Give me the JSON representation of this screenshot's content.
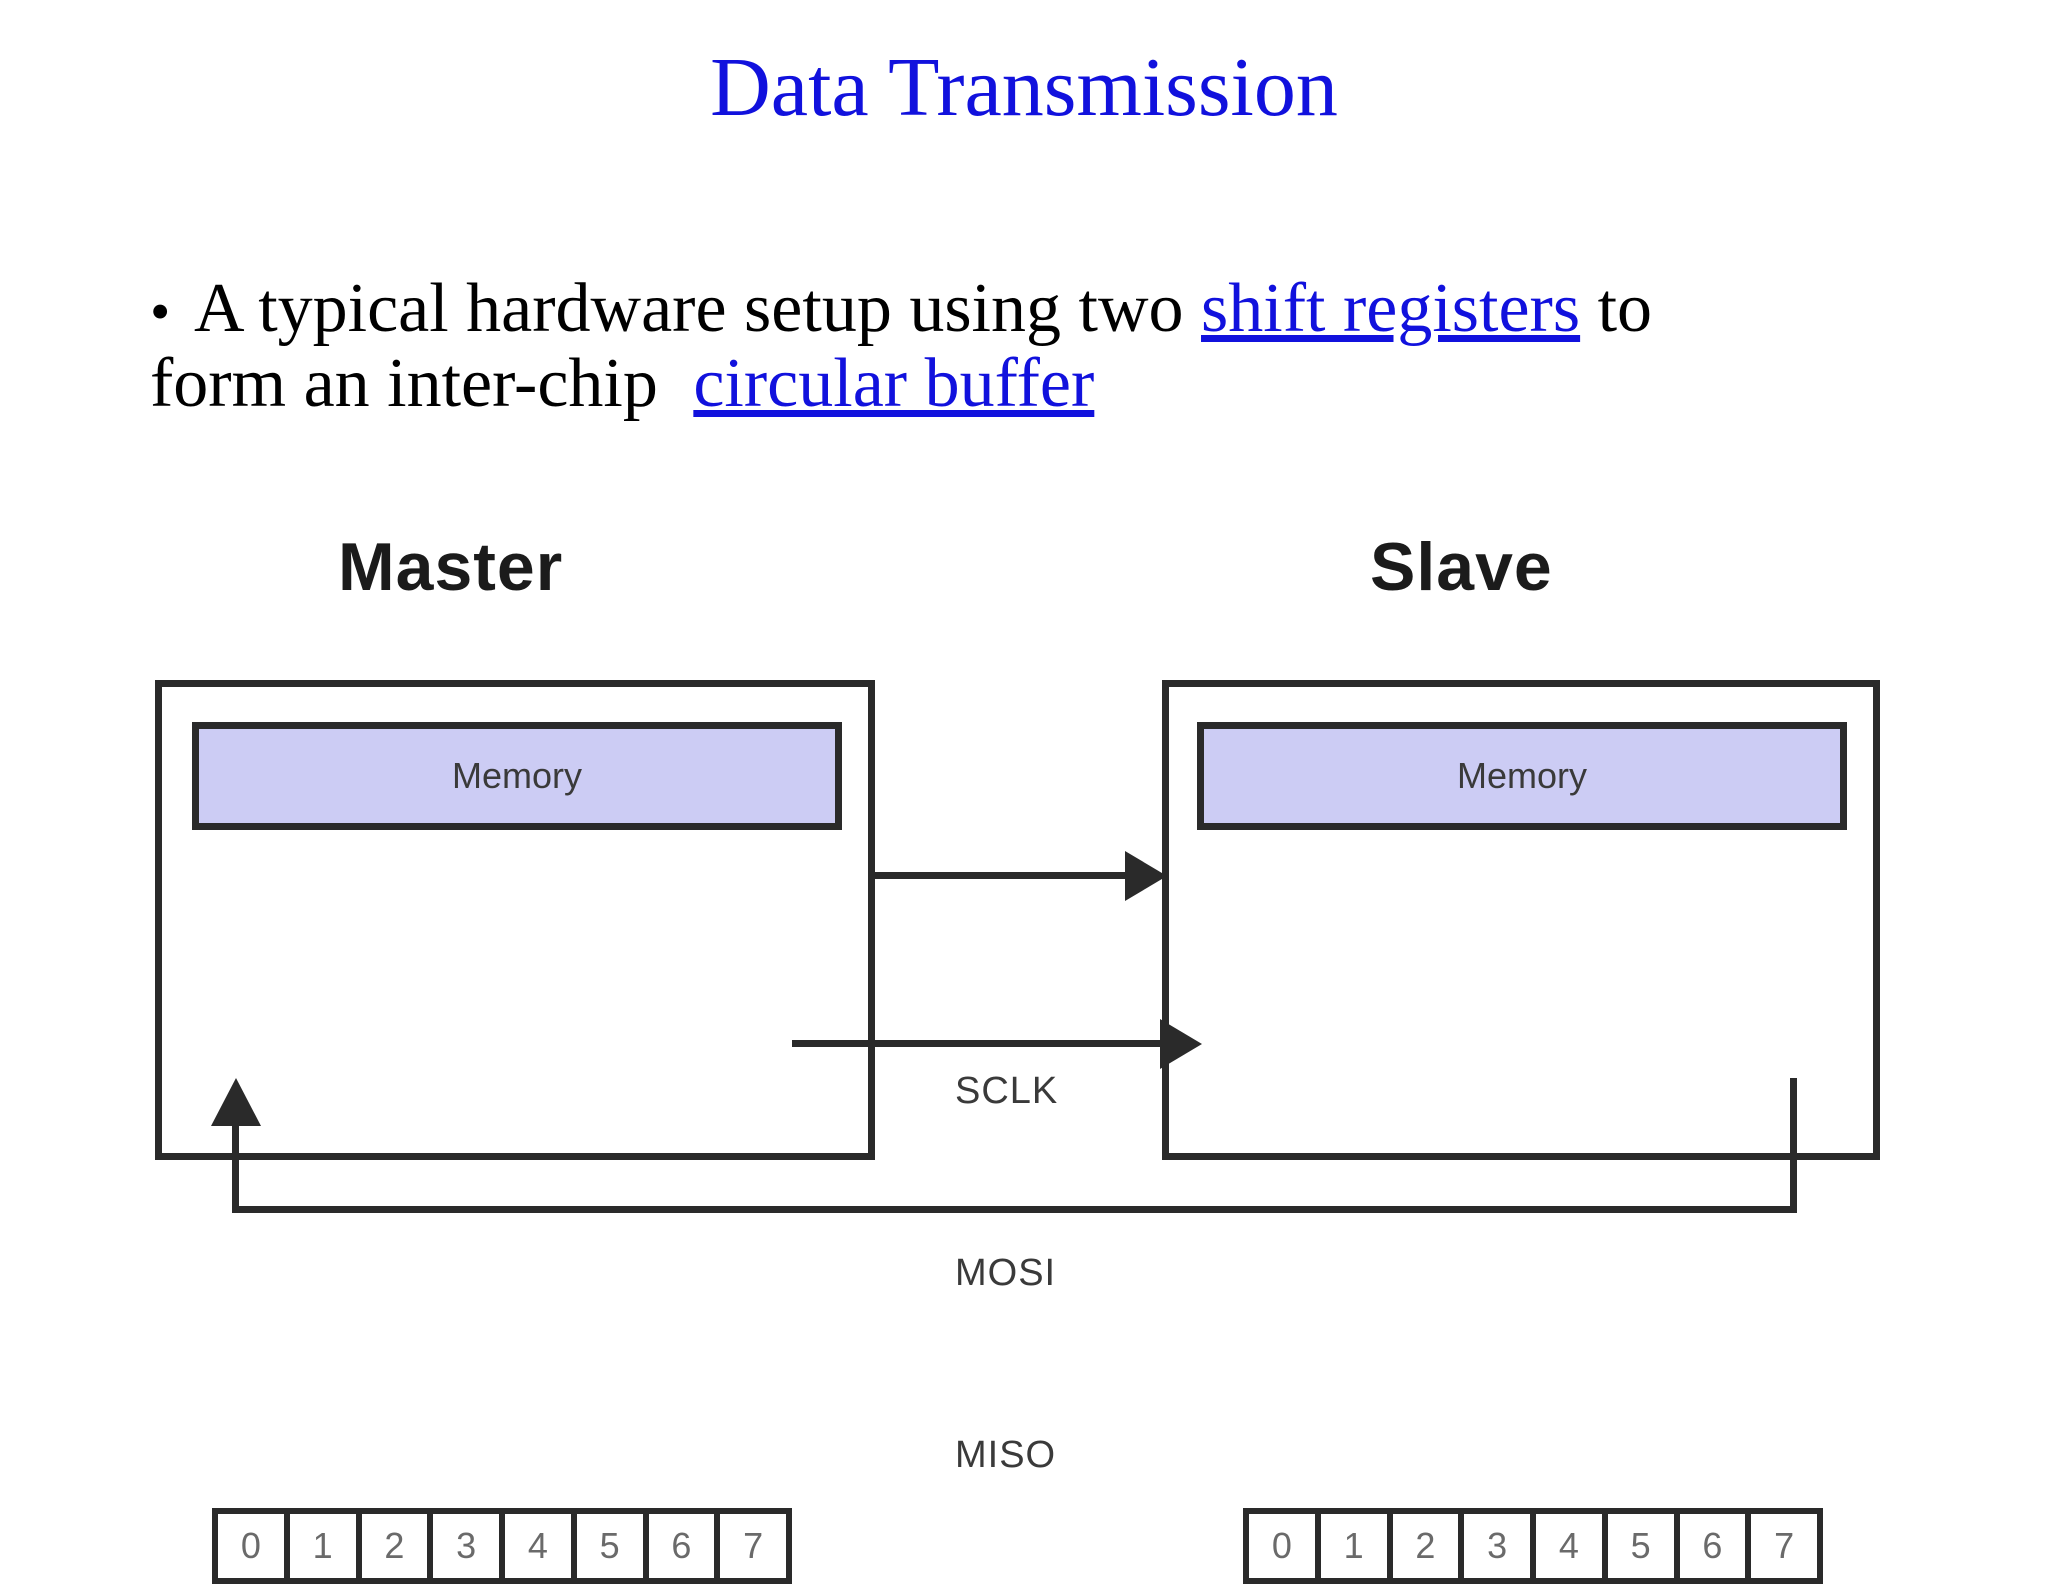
{
  "slide": {
    "title": "Data Transmission",
    "title_color": "#1111dd",
    "background": "#ffffff"
  },
  "body": {
    "bullet_glyph": "•",
    "line1_part1": "A typical hardware setup using two ",
    "line1_link": "shift registers",
    "line1_part2": " to",
    "line2_part1": "form an inter-chip ",
    "line2_link": "circular buffer",
    "link_color": "#1111dd",
    "text_color": "#000000"
  },
  "diagram": {
    "master": {
      "label": "Master",
      "memory_label": "Memory",
      "register_cells": [
        "0",
        "1",
        "2",
        "3",
        "4",
        "5",
        "6",
        "7"
      ]
    },
    "slave": {
      "label": "Slave",
      "memory_label": "Memory",
      "register_cells": [
        "0",
        "1",
        "2",
        "3",
        "4",
        "5",
        "6",
        "7"
      ]
    },
    "signals": [
      {
        "name": "sclk",
        "label": "SCLK",
        "direction": "master-to-slave"
      },
      {
        "name": "mosi",
        "label": "MOSI",
        "direction": "master-to-slave"
      },
      {
        "name": "miso",
        "label": "MISO",
        "direction": "slave-to-master"
      }
    ],
    "colors": {
      "memory_fill": "#ccccf4",
      "line": "#2a2a2a",
      "cell_text": "#6a6a6a",
      "label_text": "#1b1b1b"
    }
  }
}
